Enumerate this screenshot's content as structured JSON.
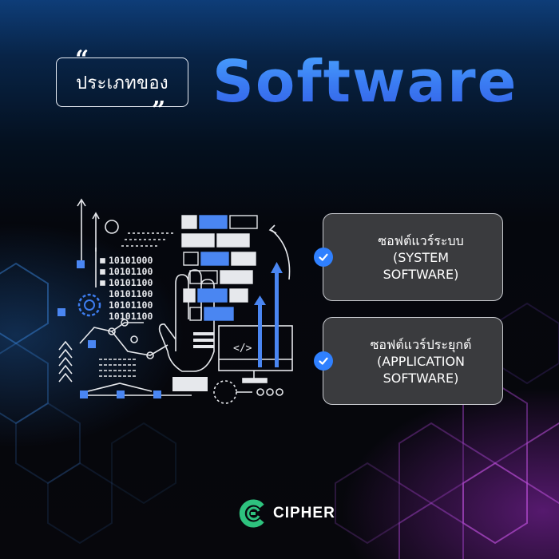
{
  "header": {
    "title_prefix": "ประเภทของ",
    "title_main": "Software"
  },
  "cards": [
    {
      "line1": "ซอฟต์แวร์ระบบ",
      "line2": "(SYSTEM",
      "line3": "SOFTWARE)"
    },
    {
      "line1": "ซอฟต์แวร์ประยุกต์",
      "line2": "(APPLICATION",
      "line3": "SOFTWARE)"
    }
  ],
  "illustration": {
    "binary_rows": [
      "10101000",
      "10101100",
      "10101100",
      "10101100",
      "10101100",
      "10101100"
    ],
    "code_symbol": "</>"
  },
  "logo": {
    "name": "CIPHER"
  },
  "colors": {
    "accent_blue": "#3a86f8",
    "card_bg": "#3a3b3e",
    "check_blue": "#2f80ff",
    "logo_green": "#2ec27e"
  }
}
